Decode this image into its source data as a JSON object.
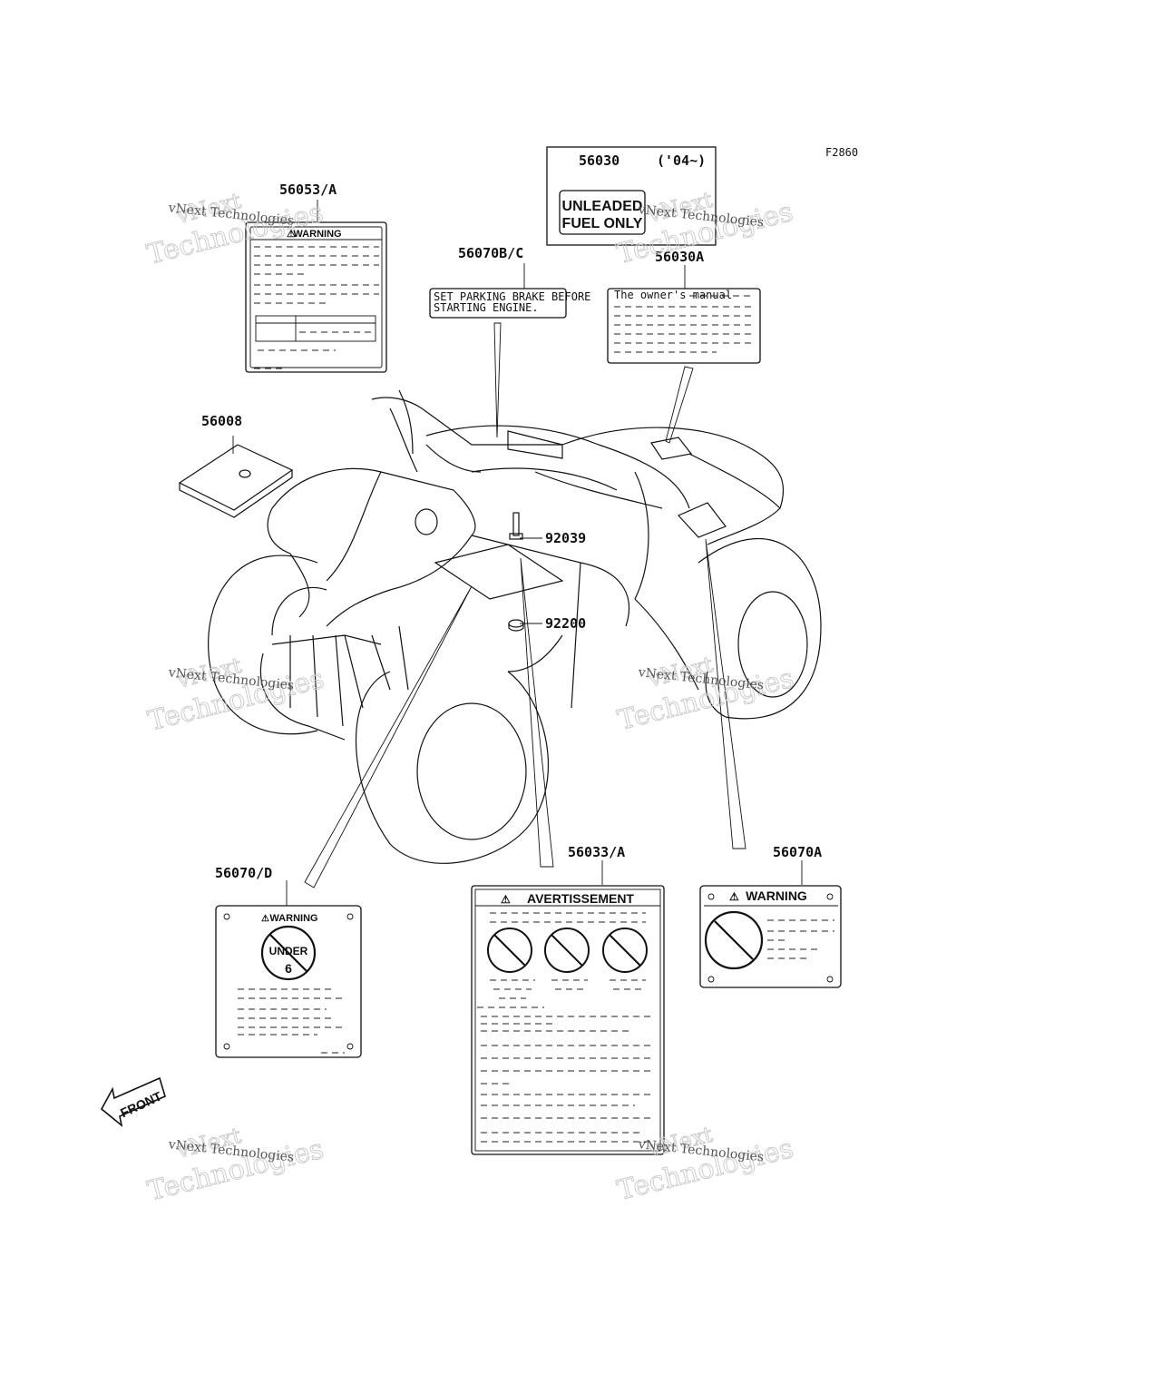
{
  "diagram": {
    "figure_code": "F2860",
    "parts": {
      "p56030": "56030",
      "p56030_years": "('04~)",
      "p56053A": "56053/A",
      "p56070BC": "56070B/C",
      "p56030A": "56030A",
      "p56008": "56008",
      "p92039": "92039",
      "p92200": "92200",
      "p56070D": "56070/D",
      "p56033A": "56033/A",
      "p56070A": "56070A"
    },
    "labels": {
      "unleaded_line1": "UNLEADED",
      "unleaded_line2": "FUEL ONLY",
      "warning": "WARNING",
      "avertissement": "AVERTISSEMENT",
      "parking_line1": "SET PARKING BRAKE BEFORE",
      "parking_line2": "STARTING ENGINE.",
      "owners_manual": "The owner's manual",
      "under": "UNDER",
      "under_age": "6",
      "front": "FRONT"
    },
    "watermark": {
      "line1": "vNext",
      "line2": "Technologies",
      "small": "vNext Technologies"
    }
  }
}
